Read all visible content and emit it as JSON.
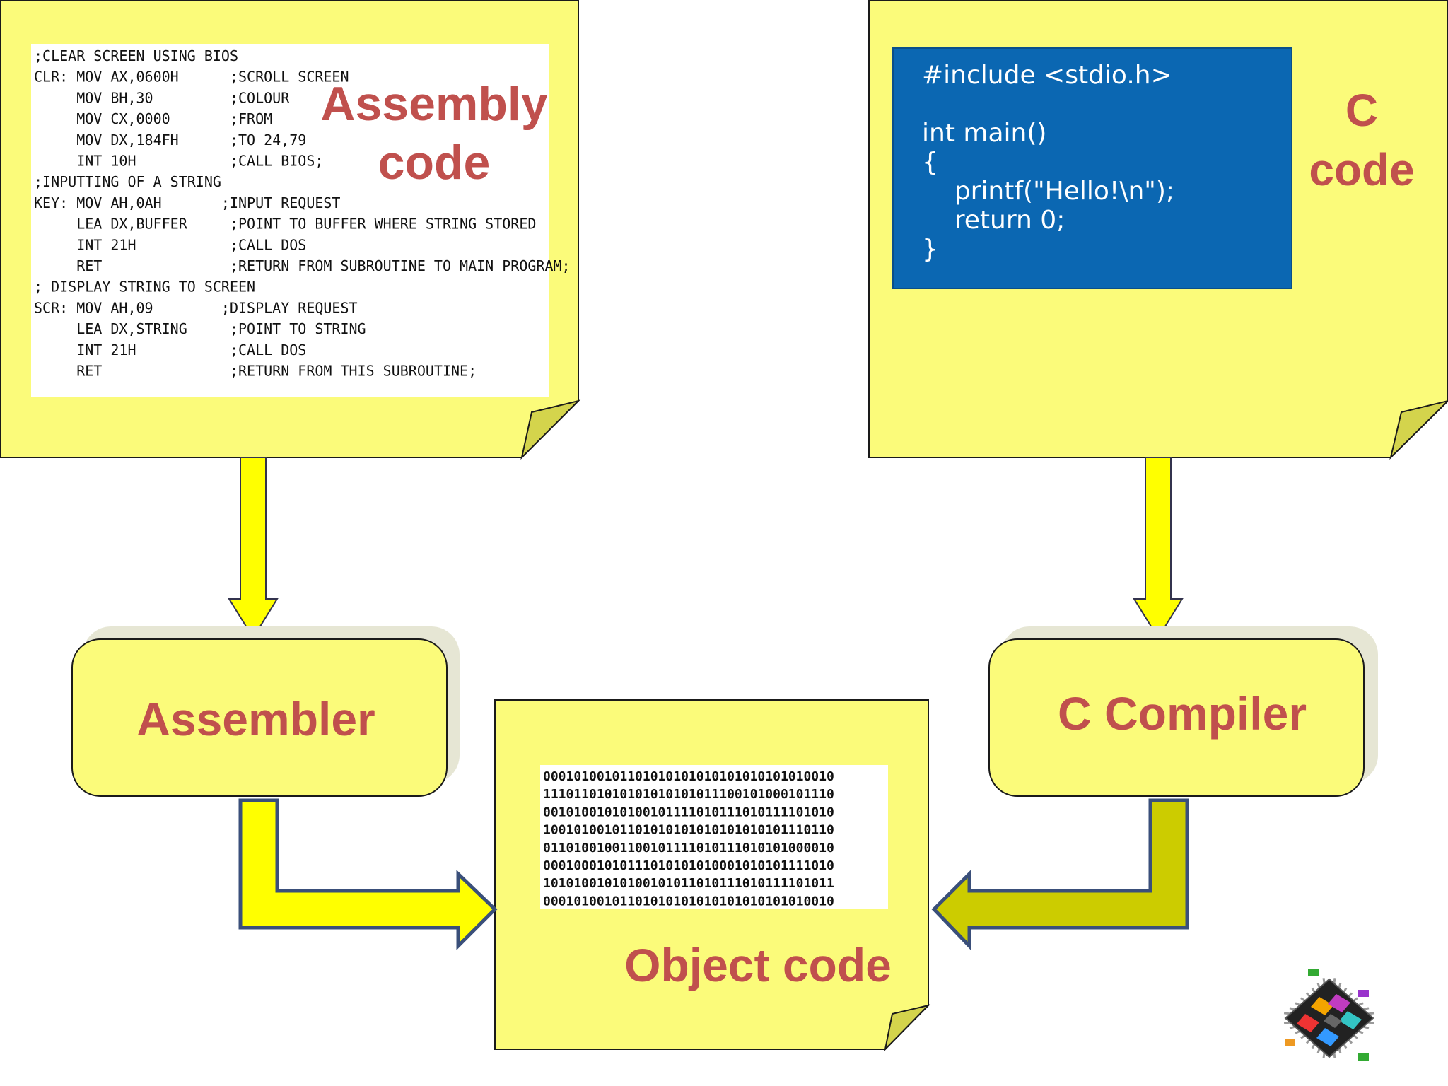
{
  "colors": {
    "note_fill": "#fbfb7a",
    "fold_fill": "#d4d44c",
    "label_red": "#c0504d",
    "c_panel_blue": "#0b67b2",
    "arrow_yellow": "#ffff00",
    "arrow_olive": "#cccc00",
    "arrow_outline": "#3a4f7a"
  },
  "assembly_note": {
    "label_line1": "Assembly",
    "label_line2": "code",
    "code_lines": [
      ";CLEAR SCREEN USING BIOS",
      "CLR: MOV AX,0600H      ;SCROLL SCREEN",
      "     MOV BH,30         ;COLOUR",
      "     MOV CX,0000       ;FROM",
      "     MOV DX,184FH      ;TO 24,79",
      "     INT 10H           ;CALL BIOS;",
      ";INPUTTING OF A STRING",
      "KEY: MOV AH,0AH       ;INPUT REQUEST",
      "     LEA DX,BUFFER     ;POINT TO BUFFER WHERE STRING STORED",
      "     INT 21H           ;CALL DOS",
      "     RET               ;RETURN FROM SUBROUTINE TO MAIN PROGRAM;",
      "; DISPLAY STRING TO SCREEN",
      "SCR: MOV AH,09        ;DISPLAY REQUEST",
      "     LEA DX,STRING     ;POINT TO STRING",
      "     INT 21H           ;CALL DOS",
      "     RET               ;RETURN FROM THIS SUBROUTINE;"
    ]
  },
  "c_note": {
    "label_line1": "C",
    "label_line2": "code",
    "code_lines": [
      "#include <stdio.h>",
      "",
      "int main()",
      "{",
      "    printf(\"Hello!\\n\");",
      "    return 0;",
      "}"
    ]
  },
  "assembler_box": {
    "label": "Assembler"
  },
  "compiler_box": {
    "label": "C Compiler"
  },
  "object_note": {
    "label": "Object code",
    "binary_lines": [
      "00010100101101010101010101010101010010",
      "11101101010101010101011100101000101110",
      "00101001010100101111010111010111101010",
      "10010100101101010101010101010101110110",
      "01101001001100101111010111010101000010",
      "00010001010111010101010001010101111010",
      "10101001010100101011010111010111101011",
      "00010100101101010101010101010101010010"
    ]
  },
  "chip_icon": {
    "icon": "microchip-icon"
  }
}
